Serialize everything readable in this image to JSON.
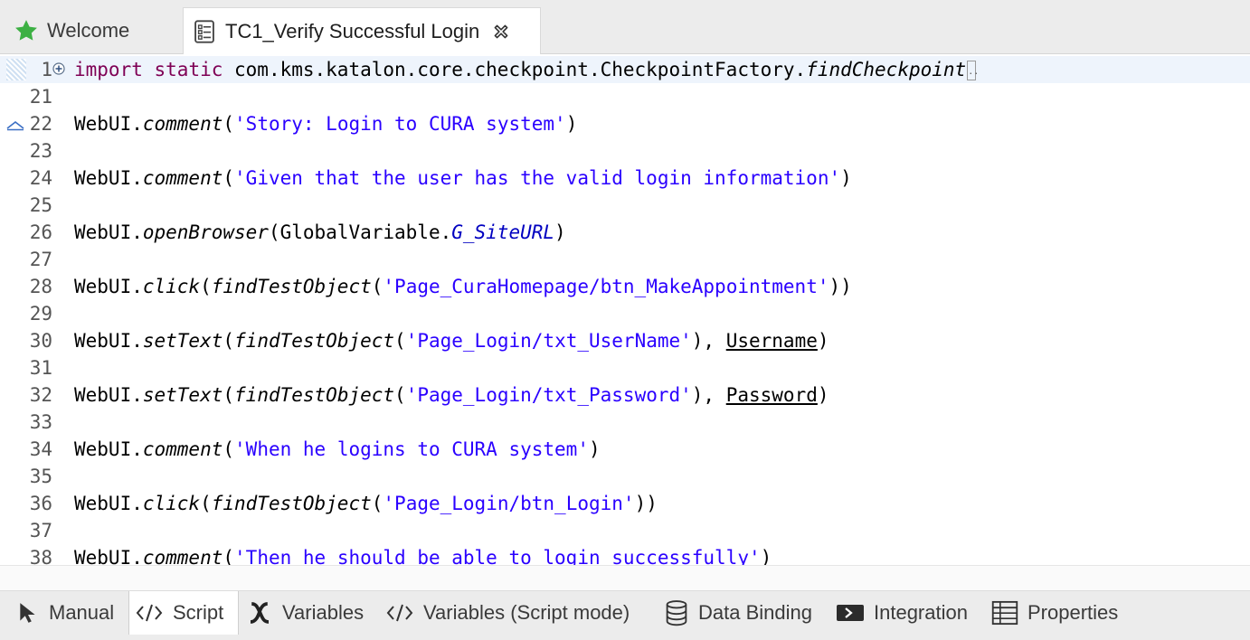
{
  "tabs": [
    {
      "label": "Welcome",
      "icon": "star-icon",
      "active": false
    },
    {
      "label": "TC1_Verify Successful Login",
      "icon": "test-case-icon",
      "active": true
    }
  ],
  "editor": {
    "lines": [
      {
        "num": "1",
        "fold": true,
        "current": true,
        "segments": [
          {
            "t": "import",
            "c": "kw"
          },
          {
            "t": " "
          },
          {
            "t": "static",
            "c": "kw"
          },
          {
            "t": " com.kms.katalon.core.checkpoint.CheckpointFactory."
          },
          {
            "t": "findCheckpoint",
            "c": "it"
          },
          {
            "ellipsis": true
          }
        ]
      },
      {
        "num": "21",
        "segments": []
      },
      {
        "num": "22",
        "marker": true,
        "segments": [
          {
            "t": "WebUI."
          },
          {
            "t": "comment",
            "c": "it"
          },
          {
            "t": "("
          },
          {
            "t": "'Story: Login to CURA system'",
            "c": "str"
          },
          {
            "t": ")"
          }
        ]
      },
      {
        "num": "23",
        "segments": []
      },
      {
        "num": "24",
        "segments": [
          {
            "t": "WebUI."
          },
          {
            "t": "comment",
            "c": "it"
          },
          {
            "t": "("
          },
          {
            "t": "'Given that the user has the valid login information'",
            "c": "str"
          },
          {
            "t": ")"
          }
        ]
      },
      {
        "num": "25",
        "segments": []
      },
      {
        "num": "26",
        "segments": [
          {
            "t": "WebUI."
          },
          {
            "t": "openBrowser",
            "c": "it"
          },
          {
            "t": "(GlobalVariable."
          },
          {
            "t": "G_SiteURL",
            "c": "sv"
          },
          {
            "t": ")"
          }
        ]
      },
      {
        "num": "27",
        "segments": []
      },
      {
        "num": "28",
        "segments": [
          {
            "t": "WebUI."
          },
          {
            "t": "click",
            "c": "it"
          },
          {
            "t": "("
          },
          {
            "t": "findTestObject",
            "c": "it"
          },
          {
            "t": "("
          },
          {
            "t": "'Page_CuraHomepage/btn_MakeAppointment'",
            "c": "str"
          },
          {
            "t": "))"
          }
        ]
      },
      {
        "num": "29",
        "segments": []
      },
      {
        "num": "30",
        "segments": [
          {
            "t": "WebUI."
          },
          {
            "t": "setText",
            "c": "it"
          },
          {
            "t": "("
          },
          {
            "t": "findTestObject",
            "c": "it"
          },
          {
            "t": "("
          },
          {
            "t": "'Page_Login/txt_UserName'",
            "c": "str"
          },
          {
            "t": "), "
          },
          {
            "t": "Username",
            "c": "ul"
          },
          {
            "t": ")"
          }
        ]
      },
      {
        "num": "31",
        "segments": []
      },
      {
        "num": "32",
        "segments": [
          {
            "t": "WebUI."
          },
          {
            "t": "setText",
            "c": "it"
          },
          {
            "t": "("
          },
          {
            "t": "findTestObject",
            "c": "it"
          },
          {
            "t": "("
          },
          {
            "t": "'Page_Login/txt_Password'",
            "c": "str"
          },
          {
            "t": "), "
          },
          {
            "t": "Password",
            "c": "ul"
          },
          {
            "t": ")"
          }
        ]
      },
      {
        "num": "33",
        "segments": []
      },
      {
        "num": "34",
        "segments": [
          {
            "t": "WebUI."
          },
          {
            "t": "comment",
            "c": "it"
          },
          {
            "t": "("
          },
          {
            "t": "'When he logins to CURA system'",
            "c": "str"
          },
          {
            "t": ")"
          }
        ]
      },
      {
        "num": "35",
        "segments": []
      },
      {
        "num": "36",
        "segments": [
          {
            "t": "WebUI."
          },
          {
            "t": "click",
            "c": "it"
          },
          {
            "t": "("
          },
          {
            "t": "findTestObject",
            "c": "it"
          },
          {
            "t": "("
          },
          {
            "t": "'Page_Login/btn_Login'",
            "c": "str"
          },
          {
            "t": "))"
          }
        ]
      },
      {
        "num": "37",
        "segments": []
      },
      {
        "num": "38",
        "segments": [
          {
            "t": "WebUI."
          },
          {
            "t": "comment",
            "c": "it"
          },
          {
            "t": "("
          },
          {
            "t": "'Then he should be able to login successfully'",
            "c": "str"
          },
          {
            "t": ")"
          }
        ]
      }
    ]
  },
  "bottom_tabs": [
    {
      "label": "Manual",
      "icon": "cursor-arrow-icon",
      "active": false
    },
    {
      "label": "Script",
      "icon": "code-brackets-icon",
      "active": true
    },
    {
      "label": "Variables",
      "icon": "variable-x-icon",
      "active": false
    },
    {
      "label": "Variables (Script mode)",
      "icon": "code-brackets-icon",
      "active": false
    },
    {
      "label": "Data Binding",
      "icon": "database-icon",
      "active": false
    },
    {
      "label": "Integration",
      "icon": "integration-icon",
      "active": false
    },
    {
      "label": "Properties",
      "icon": "table-icon",
      "active": false
    }
  ],
  "colors": {
    "keyword": "#7f0055",
    "string": "#2a00ff",
    "static_var": "#0000c0",
    "star": "#3cb043",
    "current_line": "#eef4fc"
  }
}
